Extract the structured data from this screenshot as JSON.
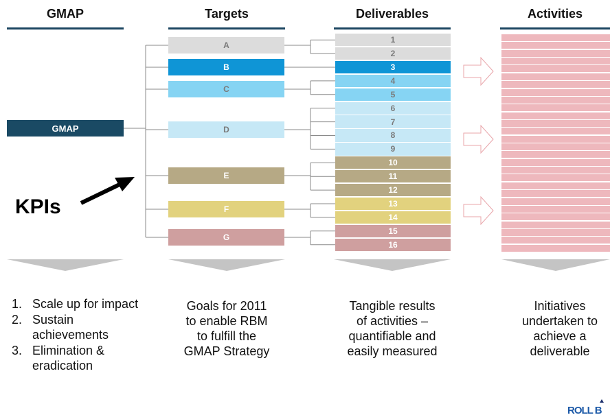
{
  "headers": {
    "gmap": "GMAP",
    "targets": "Targets",
    "deliverables": "Deliverables",
    "activities": "Activities"
  },
  "gmap_box": "GMAP",
  "kpis_label": "KPIs",
  "colors": {
    "header_rule": "#1b4560",
    "gmap": "#1a4a64",
    "A": "#dcdcdc",
    "B": "#0f95d6",
    "C": "#86d4f3",
    "D": "#c6e8f6",
    "E": "#b6a985",
    "F": "#e2d27e",
    "G": "#cf9f9f",
    "activities": "#eeb8bd",
    "chevron": "#c4c4c4",
    "connector": "#8a8a8a"
  },
  "targets": [
    {
      "label": "A",
      "key": "A",
      "text_color": "#7a7a7a",
      "deliverables": [
        "1",
        "2"
      ]
    },
    {
      "label": "B",
      "key": "B",
      "text_color": "#ffffff",
      "deliverables": [
        "3"
      ]
    },
    {
      "label": "C",
      "key": "C",
      "text_color": "#7a7a7a",
      "deliverables": [
        "4",
        "5"
      ]
    },
    {
      "label": "D",
      "key": "D",
      "text_color": "#7a7a7a",
      "deliverables": [
        "6",
        "7",
        "8",
        "9"
      ]
    },
    {
      "label": "E",
      "key": "E",
      "text_color": "#ffffff",
      "deliverables": [
        "10",
        "11",
        "12"
      ]
    },
    {
      "label": "F",
      "key": "F",
      "text_color": "#ffffff",
      "deliverables": [
        "13",
        "14"
      ]
    },
    {
      "label": "G",
      "key": "G",
      "text_color": "#ffffff",
      "deliverables": [
        "15",
        "16"
      ]
    }
  ],
  "gmap_list": [
    {
      "num": "1.",
      "text": "Scale up for impact"
    },
    {
      "num": "2.",
      "text": "Sustain achievements"
    },
    {
      "num": "3.",
      "text": "Elimination & eradication"
    }
  ],
  "targets_desc": [
    "Goals for 2011",
    "to enable RBM",
    "to fulfill the",
    "GMAP Strategy"
  ],
  "deliverables_desc": [
    "Tangible results",
    "of activities –",
    "quantifiable and",
    "easily measured"
  ],
  "activities_desc": [
    "Initiatives",
    "undertaken to",
    "achieve a",
    "deliverable"
  ],
  "logo_text": "ROLL B"
}
